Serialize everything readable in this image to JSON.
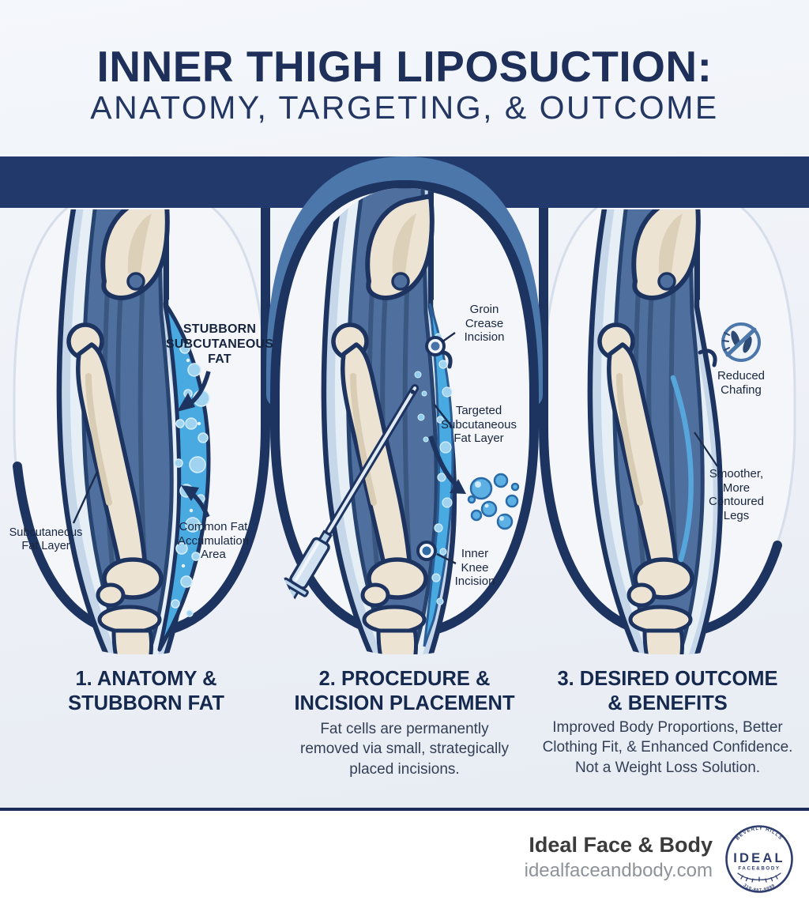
{
  "title": {
    "line1": "INNER THIGH LIPOSUCTION:",
    "line2": "ANATOMY, TARGETING, & OUTCOME"
  },
  "panels": [
    {
      "caption": "1. ANATOMY &\nSTUBBORN FAT"
    },
    {
      "caption": "2. PROCEDURE &\nINCISION PLACEMENT",
      "description": "Fat cells are permanently\nremoved via small, strategically\nplaced incisions."
    },
    {
      "caption": "3. DESIRED OUTCOME\n& BENEFITS",
      "description": "Improved Body Proportions, Better\nClothing Fit, & Enhanced Confidence.\nNot a Weight Loss Solution."
    }
  ],
  "annotations": {
    "stubborn_fat": "STUBBORN\nSUBCUTANEOUS\nFAT",
    "subcutaneous_layer": "Subcutaneous\nFat Layer",
    "common_fat": "Common Fat\nAccumulation\nArea",
    "groin_incision": "Groin\nCrease\nIncision",
    "targeted_fat": "Targeted\nSubcutaneous\nFat Layer",
    "inner_knee_incision": "Inner\nKnee\nIncision",
    "reduced_chafing": "Reduced\nChafing",
    "smoother_legs": "Smoother,\nMore\nContoured\nLegs"
  },
  "icons": {
    "no_chafing": "no-chafing-icon",
    "badge_logo": "ideal-face-body-badge"
  },
  "footer": {
    "brand": "Ideal Face & Body",
    "website": "idealfaceandbody.com",
    "badge": {
      "top": "BEVERLY HILLS",
      "main": "IDEAL",
      "sub": "FACE&BODY",
      "phone": "310-887-9999"
    }
  },
  "colors": {
    "navy_band": "#22396b",
    "outline_navy": "#1d3461",
    "steel_blue": "#4c77ab",
    "fat_blue": "#49a9e1",
    "bone_cream": "#ece3d2",
    "muscle_slate": "#4f6f9e",
    "title_navy": "#1e3059"
  }
}
